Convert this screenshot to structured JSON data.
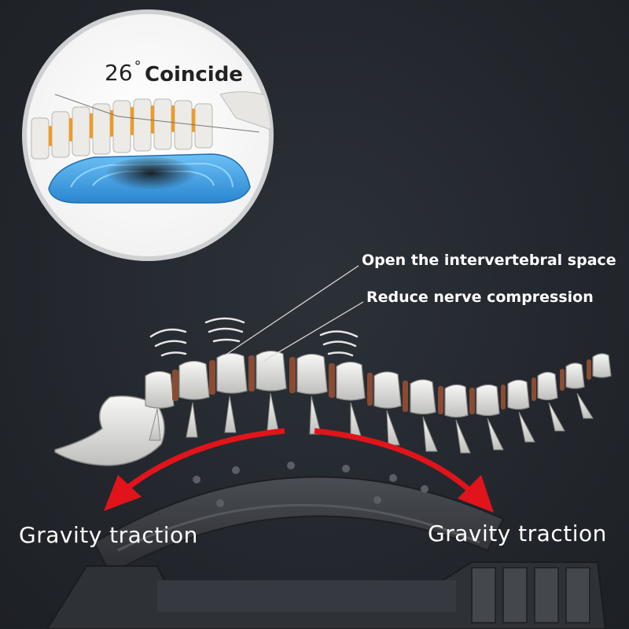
{
  "inset": {
    "angle_value": "26",
    "angle_unit": "°",
    "label": "Coincide"
  },
  "annotations": {
    "line1": "Open the intervertebral space",
    "line2": "Reduce nerve compression"
  },
  "traction": {
    "left_label": "Gravity traction",
    "right_label": "Gravity traction"
  },
  "colors": {
    "background": "#23272d",
    "arrow": "#e0141a",
    "pad": "#3a9be0",
    "stretcher": "#3b3e44",
    "disc": "#8a4b32",
    "bone": "#e8e8e6"
  }
}
